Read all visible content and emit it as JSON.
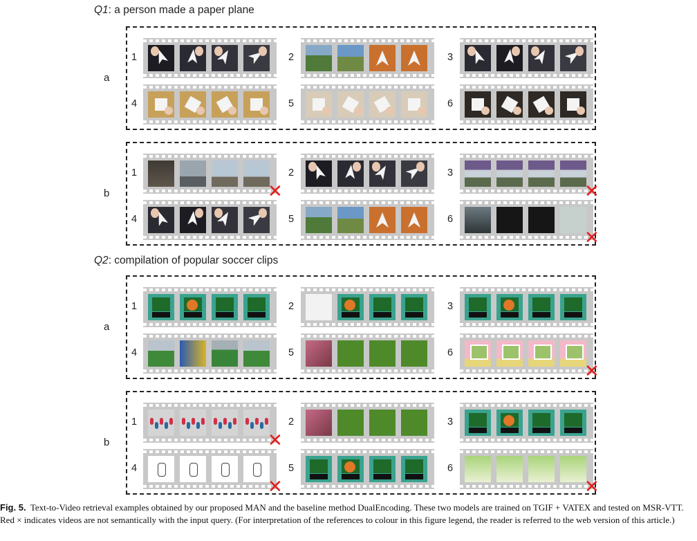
{
  "queries": [
    {
      "id": "Q1",
      "text": ": a person made a paper plane",
      "sections": [
        {
          "label": "a",
          "videos": [
            {
              "rank": "1",
              "wrong": false,
              "frames": [
                "pp1",
                "pp2",
                "pp3",
                "pp4"
              ]
            },
            {
              "rank": "2",
              "wrong": false,
              "frames": [
                "tent",
                "field",
                "orange",
                "orange"
              ]
            },
            {
              "rank": "3",
              "wrong": false,
              "frames": [
                "pp2",
                "pp1",
                "pp3",
                "pp4"
              ]
            },
            {
              "rank": "4",
              "wrong": false,
              "frames": [
                "tan",
                "tan",
                "tan",
                "tan"
              ]
            },
            {
              "rank": "5",
              "wrong": false,
              "frames": [
                "beige",
                "beige",
                "beige",
                "beige"
              ]
            },
            {
              "rank": "6",
              "wrong": false,
              "frames": [
                "darkhand",
                "darkhand",
                "darkhand",
                "darkhand"
              ]
            }
          ]
        },
        {
          "label": "b",
          "videos": [
            {
              "rank": "1",
              "wrong": true,
              "frames": [
                "building",
                "jetgray",
                "jetsky",
                "jetsky"
              ]
            },
            {
              "rank": "2",
              "wrong": false,
              "frames": [
                "pp1",
                "pp2",
                "pp3",
                "pp4"
              ]
            },
            {
              "rank": "3",
              "wrong": true,
              "frames": [
                "ride",
                "ride",
                "ride",
                "ride"
              ]
            },
            {
              "rank": "4",
              "wrong": false,
              "frames": [
                "pp2",
                "pp1",
                "pp3",
                "pp4"
              ]
            },
            {
              "rank": "5",
              "wrong": false,
              "frames": [
                "tent",
                "field",
                "orange",
                "orange"
              ]
            },
            {
              "rank": "6",
              "wrong": true,
              "frames": [
                "tunnel",
                "dark",
                "dark",
                "pale"
              ]
            }
          ]
        }
      ]
    },
    {
      "id": "Q2",
      "text": ": compilation of popular soccer clips",
      "sections": [
        {
          "label": "a",
          "videos": [
            {
              "rank": "1",
              "wrong": false,
              "frames": [
                "soccer",
                "soccer",
                "soccer",
                "soccer"
              ]
            },
            {
              "rank": "2",
              "wrong": false,
              "frames": [
                "white",
                "soccer",
                "soccer",
                "soccer"
              ]
            },
            {
              "rank": "3",
              "wrong": false,
              "frames": [
                "soccer",
                "soccer",
                "soccer",
                "soccer"
              ]
            },
            {
              "rank": "4",
              "wrong": false,
              "frames": [
                "stadium",
                "people",
                "pitch",
                "stadium"
              ]
            },
            {
              "rank": "5",
              "wrong": false,
              "frames": [
                "pinkblur",
                "grass",
                "grass",
                "grass"
              ]
            },
            {
              "rank": "6",
              "wrong": true,
              "frames": [
                "room",
                "room",
                "room",
                "room"
              ]
            }
          ]
        },
        {
          "label": "b",
          "videos": [
            {
              "rank": "1",
              "wrong": true,
              "frames": [
                "dna",
                "dna",
                "dna",
                "dna"
              ]
            },
            {
              "rank": "2",
              "wrong": false,
              "frames": [
                "pinkblur",
                "grass",
                "grass",
                "grass"
              ]
            },
            {
              "rank": "3",
              "wrong": false,
              "frames": [
                "soccer",
                "soccer",
                "soccer",
                "soccer"
              ]
            },
            {
              "rank": "4",
              "wrong": true,
              "frames": [
                "sketch",
                "sketch",
                "sketch",
                "sketch"
              ]
            },
            {
              "rank": "5",
              "wrong": false,
              "frames": [
                "soccer",
                "soccer",
                "soccer",
                "soccer"
              ]
            },
            {
              "rank": "6",
              "wrong": true,
              "frames": [
                "cartoon",
                "cartoon",
                "cartoon",
                "cartoon"
              ]
            }
          ]
        }
      ]
    }
  ],
  "cross_mark": "✕",
  "caption": {
    "label": "Fig. 5.",
    "text": "Text-to-Video retrieval examples obtained by our proposed MAN and the baseline method DualEncoding. These two models are trained on TGIF + VATEX and tested on MSR-VTT. Red × indicates videos are not semantically with the input query. (For interpretation of the references to colour in this figure legend, the reader is referred to the web version of this article.)"
  },
  "colors": {
    "cross": "#e21c1c",
    "filmstrip": "#c8c8c8",
    "border": "#222222"
  }
}
